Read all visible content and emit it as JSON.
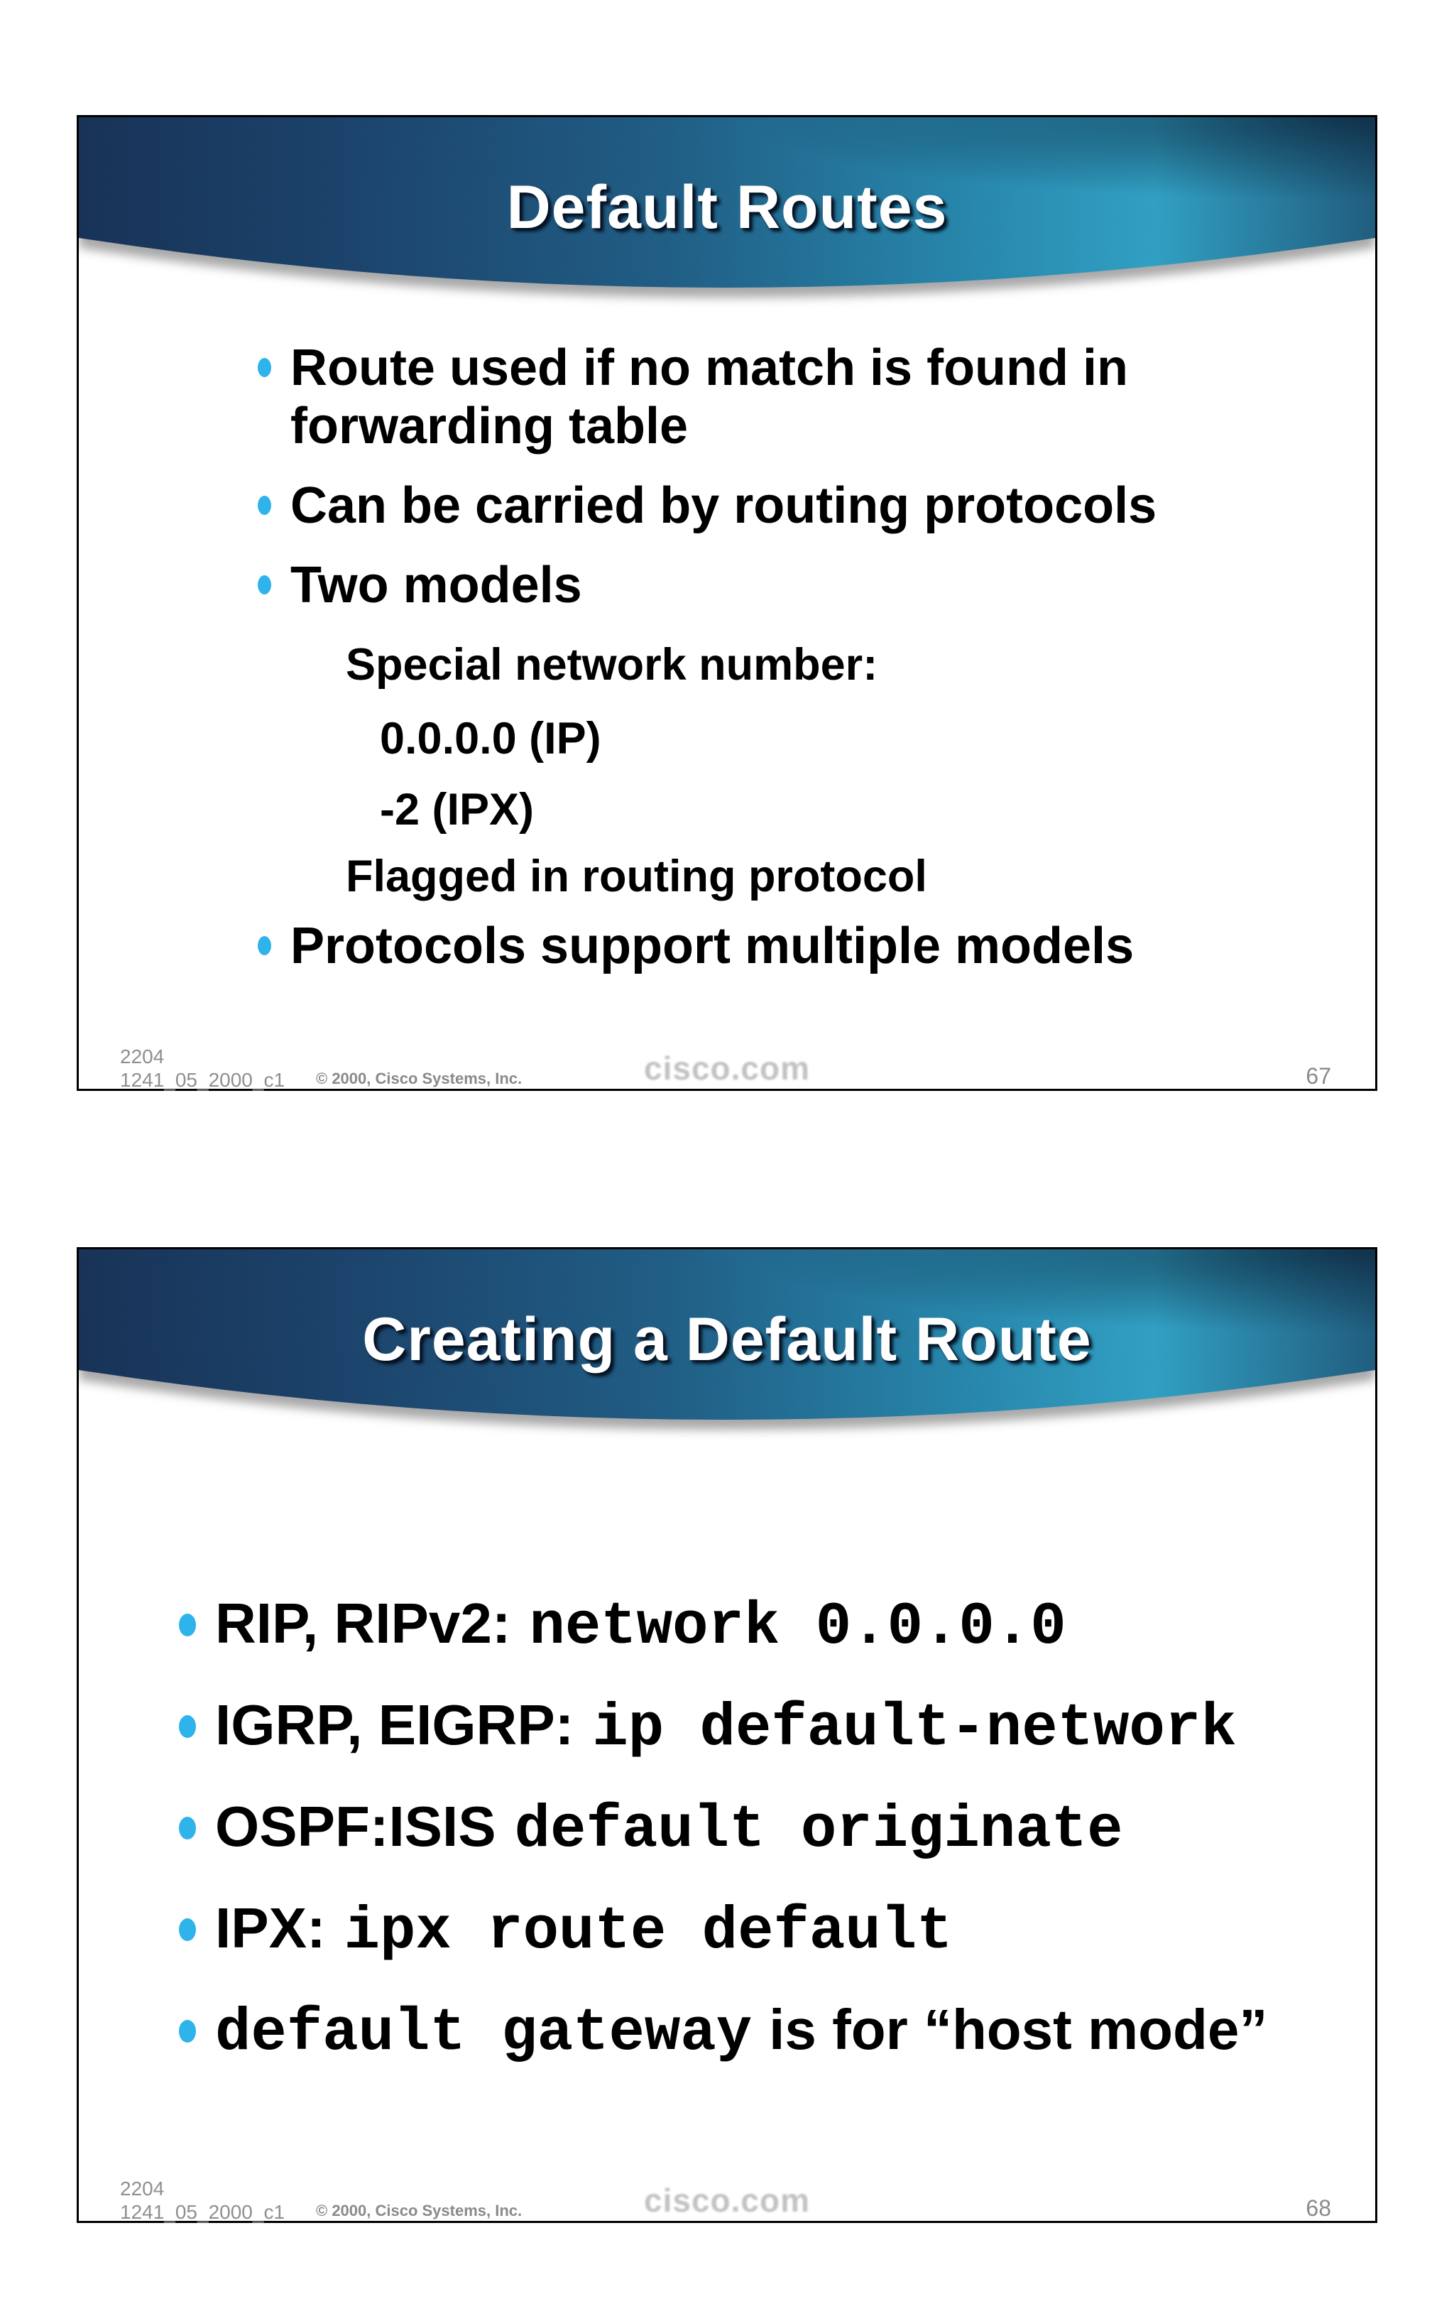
{
  "colors": {
    "bullet_accent": "#2eb3ea",
    "banner_navy": "#142f54",
    "banner_teal": "#2d9ec2",
    "title_text": "#ffffff",
    "footer_gray": "#8f8f8f"
  },
  "slides": [
    {
      "title": "Default Routes",
      "content": [
        {
          "level": 1,
          "text": "Route used if no match is found in forwarding table"
        },
        {
          "level": 1,
          "text": "Can be carried by routing protocols"
        },
        {
          "level": 1,
          "text": "Two models"
        },
        {
          "level": 2,
          "text": "Special network number:"
        },
        {
          "level": 3,
          "text": "0.0.0.0 (IP)"
        },
        {
          "level": 3,
          "text": "-2 (IPX)"
        },
        {
          "level": 2,
          "text": "Flagged in routing protocol"
        },
        {
          "level": 1,
          "text": "Protocols support multiple models"
        }
      ],
      "footer": {
        "doc_number": "2204",
        "doc_id": "1241_05_2000_c1",
        "copyright": "© 2000, Cisco Systems, Inc.",
        "watermark": "cisco.com",
        "page_number": "67"
      }
    },
    {
      "title": "Creating a Default Route",
      "items": [
        {
          "label": "RIP, RIPv2:",
          "command": "network 0.0.0.0"
        },
        {
          "label": "IGRP, EIGRP:",
          "command": "ip default-network"
        },
        {
          "label": "OSPF:ISIS",
          "command": "default originate"
        },
        {
          "label": "IPX:",
          "command": "ipx route default"
        },
        {
          "command": "default gateway",
          "suffix": "is for “host mode”"
        }
      ],
      "footer": {
        "doc_number": "2204",
        "doc_id": "1241_05_2000_c1",
        "copyright": "© 2000, Cisco Systems, Inc.",
        "watermark": "cisco.com",
        "page_number": "68"
      }
    }
  ]
}
